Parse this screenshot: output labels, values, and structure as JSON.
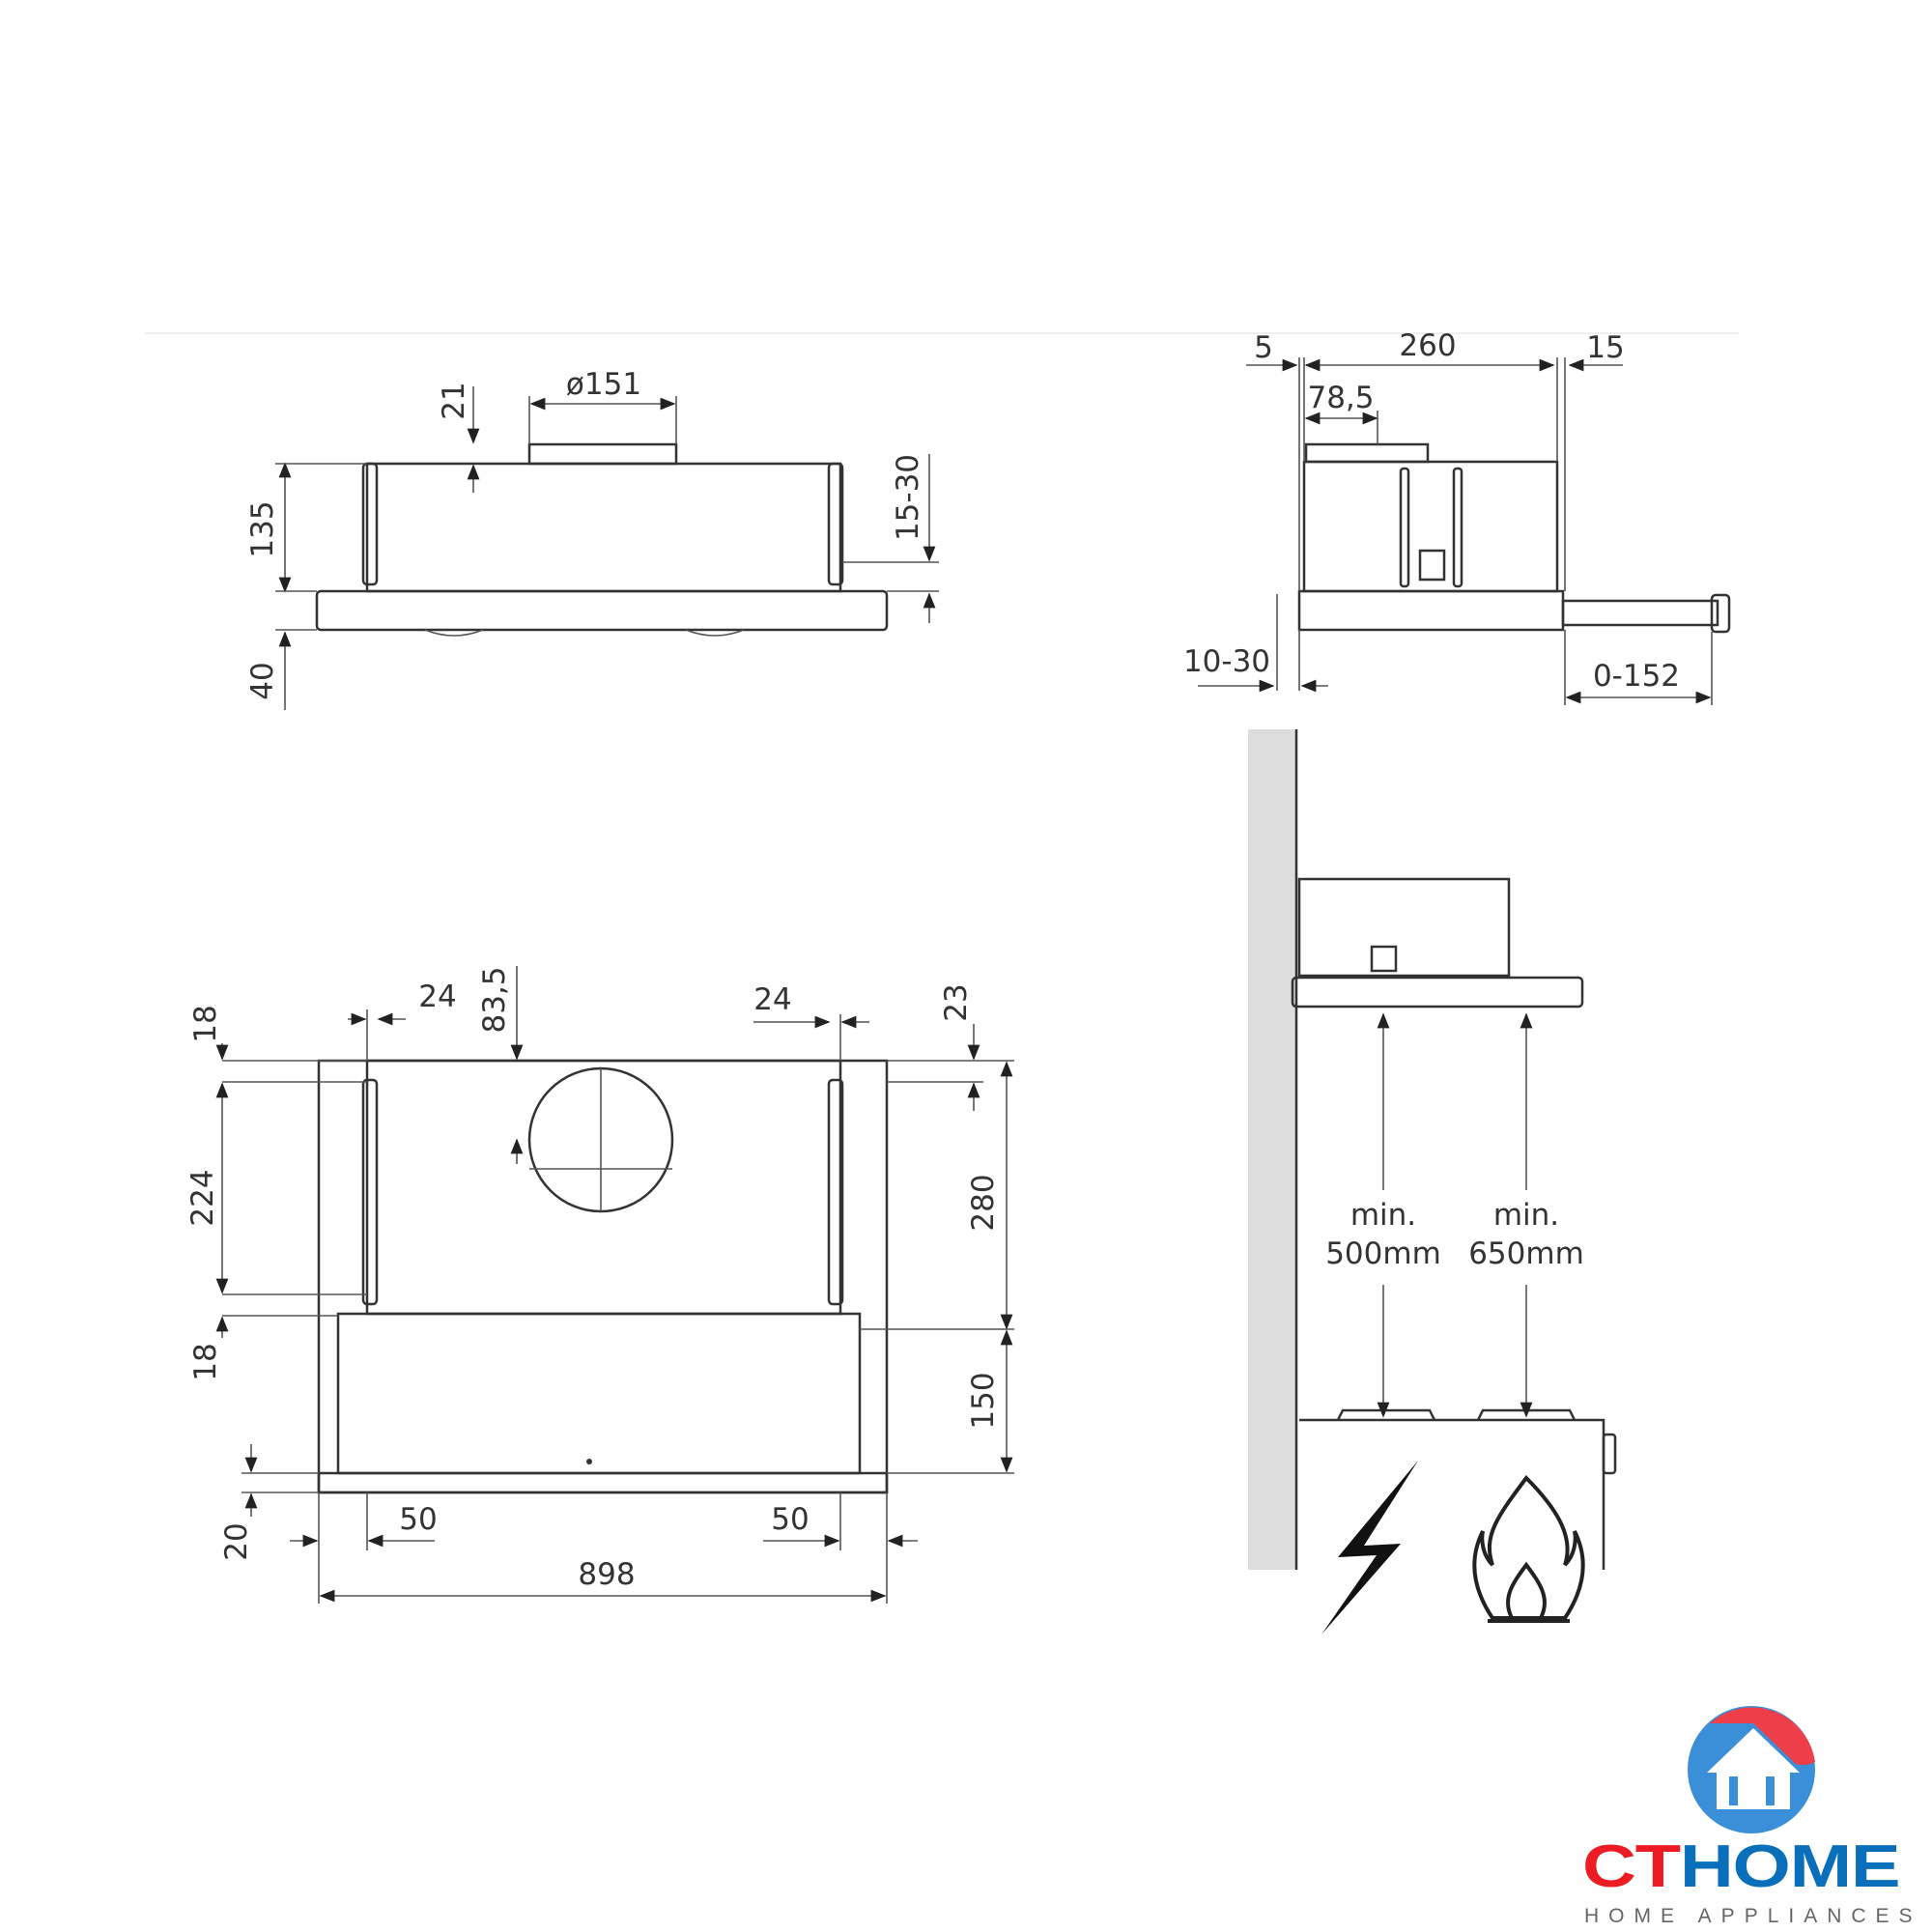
{
  "front_view": {
    "d_21": "21",
    "d_duct": "ø151",
    "d_135": "135",
    "d_15_30": "15-30",
    "d_40": "40"
  },
  "side_view": {
    "d_5": "5",
    "d_260": "260",
    "d_15": "15",
    "d_78_5": "78,5",
    "d_10_30": "10-30",
    "d_0_152": "0-152"
  },
  "bottom_view": {
    "d_18_top": "18",
    "d_24_left": "24",
    "d_83_5": "83,5",
    "d_24_right": "24",
    "d_23": "23",
    "d_224": "224",
    "d_280": "280",
    "d_18_bottom": "18",
    "d_150": "150",
    "d_20": "20",
    "d_50_left": "50",
    "d_50_right": "50",
    "d_898": "898"
  },
  "installation": {
    "electric_label1": "min.",
    "electric_label2": "500mm",
    "gas_label1": "min.",
    "gas_label2": "650mm",
    "icons": [
      "lightning-icon",
      "flame-icon"
    ]
  },
  "logo": {
    "brand_part1": "CT",
    "brand_part2": "HOME",
    "tagline": "HOME APPLIANCES",
    "colors": {
      "red": "#ed1c24",
      "blue": "#0a6fba"
    }
  }
}
